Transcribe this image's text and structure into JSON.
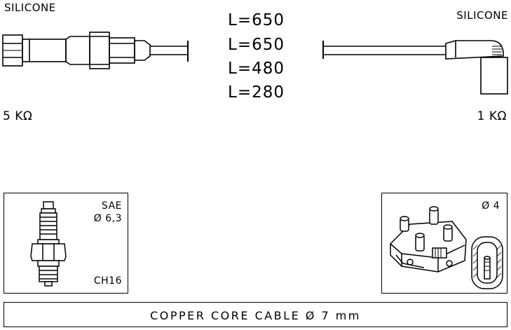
{
  "left_end": {
    "material": "SILICONE",
    "resistance": "5 KΩ"
  },
  "right_end": {
    "material": "SILICONE",
    "resistance": "1 KΩ"
  },
  "lengths": [
    "L=650",
    "L=650",
    "L=480",
    "L=280"
  ],
  "spark_plug_box": {
    "standard": "SAE",
    "diameter": "Ø 6,3",
    "hex": "CH16"
  },
  "coil_box": {
    "diameter": "Ø 4"
  },
  "footer": {
    "text": "COPPER CORE CABLE  Ø  7 mm"
  }
}
